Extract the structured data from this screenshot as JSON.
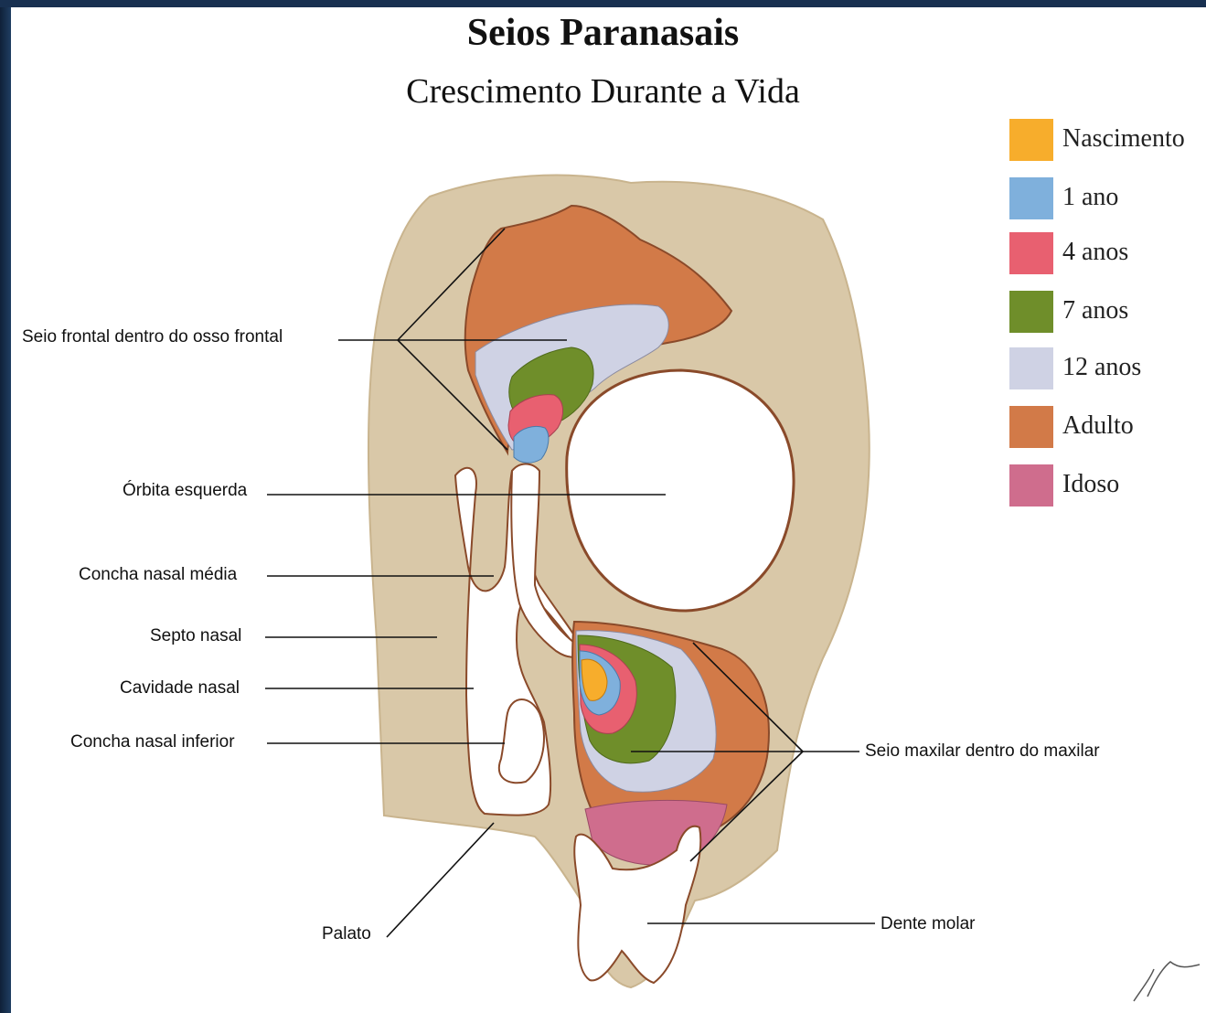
{
  "title": "Seios Paranasais",
  "subtitle": "Crescimento Durante a Vida",
  "legend": [
    {
      "label": "Nascimento",
      "color": "#f7ad2c"
    },
    {
      "label": "1 ano",
      "color": "#7fb0dc"
    },
    {
      "label": "4 anos",
      "color": "#e86070"
    },
    {
      "label": "7 anos",
      "color": "#6f8e2a"
    },
    {
      "label": "12 anos",
      "color": "#cfd2e4"
    },
    {
      "label": "Adulto",
      "color": "#d27a48"
    },
    {
      "label": "Idoso",
      "color": "#cf6d8d"
    }
  ],
  "labels": {
    "seio_frontal": "Seio frontal dentro do osso frontal",
    "orbita": "Órbita esquerda",
    "concha_media": "Concha nasal média",
    "septo": "Septo nasal",
    "cavidade": "Cavidade nasal",
    "concha_inferior": "Concha nasal inferior",
    "palato": "Palato",
    "seio_maxilar": "Seio maxilar dentro do maxilar",
    "dente": "Dente molar"
  },
  "colors": {
    "bone": "#d9c8a8",
    "outline": "#8a4a2a",
    "cavity": "#ffffff"
  }
}
